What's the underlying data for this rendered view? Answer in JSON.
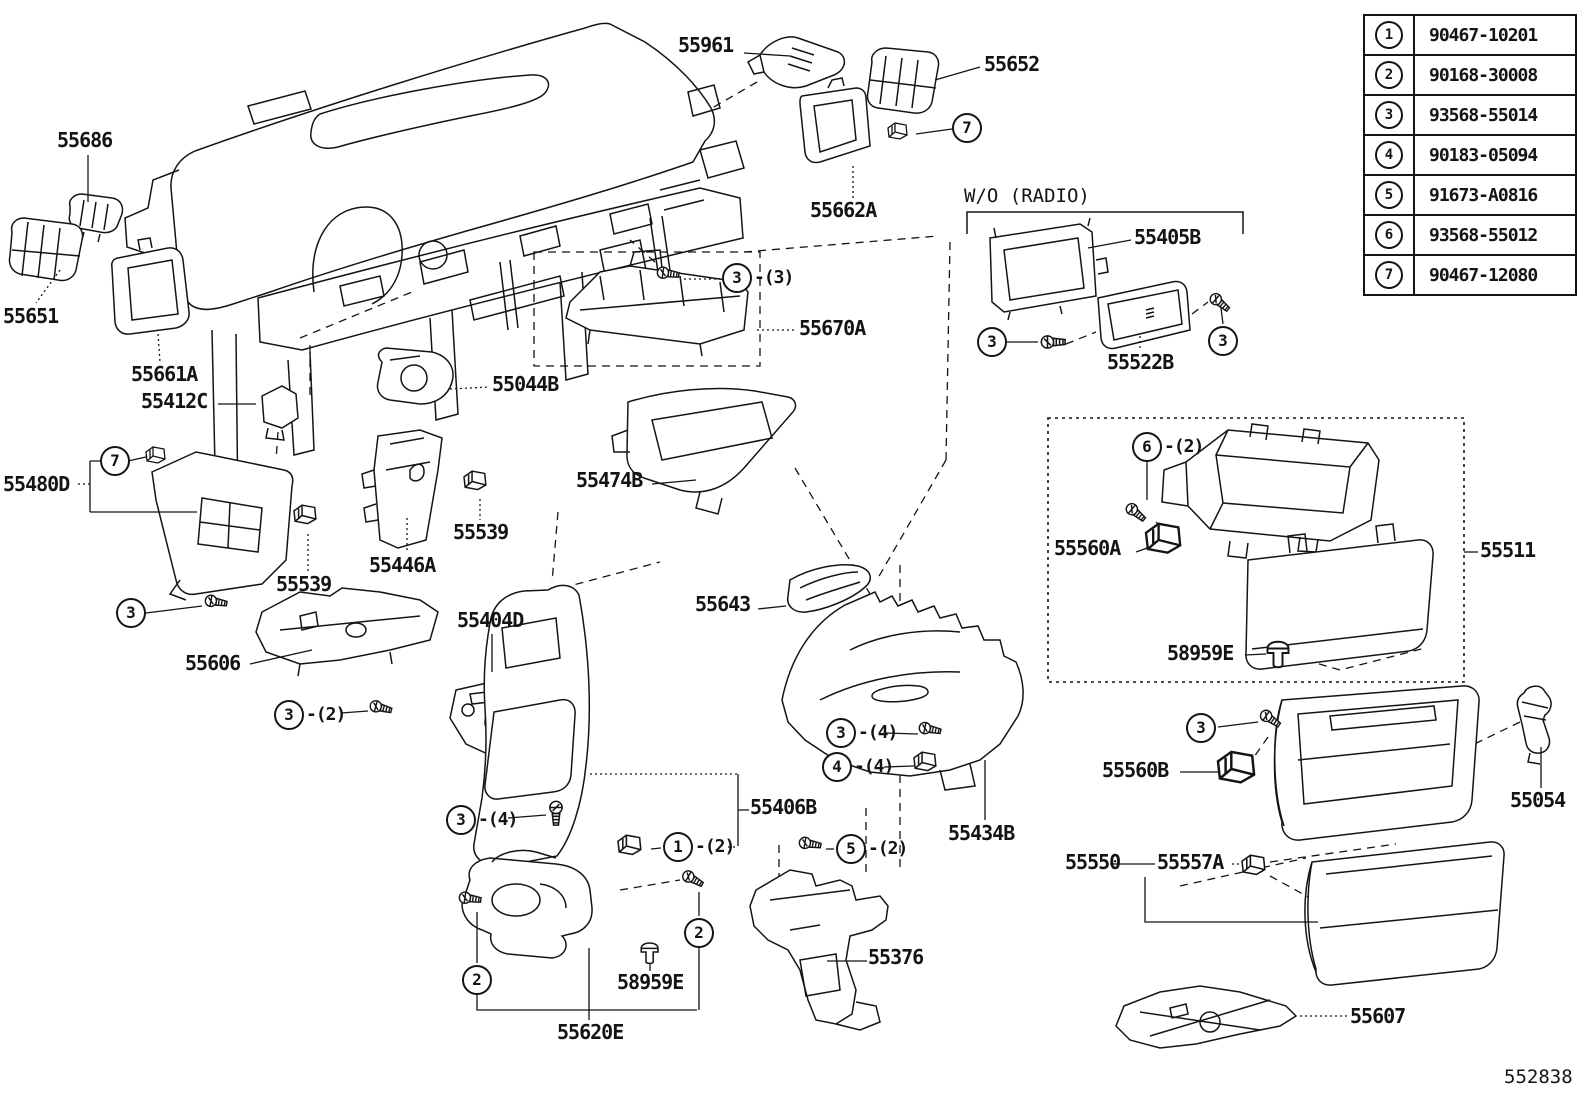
{
  "diagram": {
    "code": "552838",
    "wo_radio_note": "W/O (RADIO)"
  },
  "fastener_table": {
    "rows": [
      {
        "ref": "1",
        "part_number": "90467-10201"
      },
      {
        "ref": "2",
        "part_number": "90168-30008"
      },
      {
        "ref": "3",
        "part_number": "93568-55014"
      },
      {
        "ref": "4",
        "part_number": "90183-05094"
      },
      {
        "ref": "5",
        "part_number": "91673-A0816"
      },
      {
        "ref": "6",
        "part_number": "93568-55012"
      },
      {
        "ref": "7",
        "part_number": "90467-12080"
      }
    ]
  },
  "labels": {
    "55961": "55961",
    "55652": "55652",
    "55686": "55686",
    "55662A": "55662A",
    "55405B": "55405B",
    "55651": "55651",
    "55522B": "55522B",
    "55661A": "55661A",
    "55412C": "55412C",
    "55670A": "55670A",
    "55044B": "55044B",
    "55480D": "55480D",
    "55539": "55539",
    "55446A": "55446A",
    "55474B": "55474B",
    "55606": "55606",
    "55404D": "55404D",
    "55643": "55643",
    "55560A": "55560A",
    "55511": "55511",
    "58959E": "58959E",
    "55406B": "55406B",
    "55434B": "55434B",
    "55560B": "55560B",
    "55054": "55054",
    "55550": "55550",
    "55557A": "55557A",
    "55376": "55376",
    "55620E": "55620E",
    "55607": "55607"
  },
  "callouts": [
    {
      "num": "7",
      "suffix": ""
    },
    {
      "num": "3",
      "suffix": "-(3)"
    },
    {
      "num": "3",
      "suffix": ""
    },
    {
      "num": "3",
      "suffix": ""
    },
    {
      "num": "7",
      "suffix": ""
    },
    {
      "num": "3",
      "suffix": ""
    },
    {
      "num": "3",
      "suffix": "-(2)"
    },
    {
      "num": "6",
      "suffix": "-(2)"
    },
    {
      "num": "3",
      "suffix": "-(4)"
    },
    {
      "num": "1",
      "suffix": "-(2)"
    },
    {
      "num": "3",
      "suffix": "-(4)"
    },
    {
      "num": "4",
      "suffix": "-(4)"
    },
    {
      "num": "5",
      "suffix": "-(2)"
    },
    {
      "num": "3",
      "suffix": ""
    },
    {
      "num": "2",
      "suffix": ""
    },
    {
      "num": "2",
      "suffix": ""
    }
  ]
}
